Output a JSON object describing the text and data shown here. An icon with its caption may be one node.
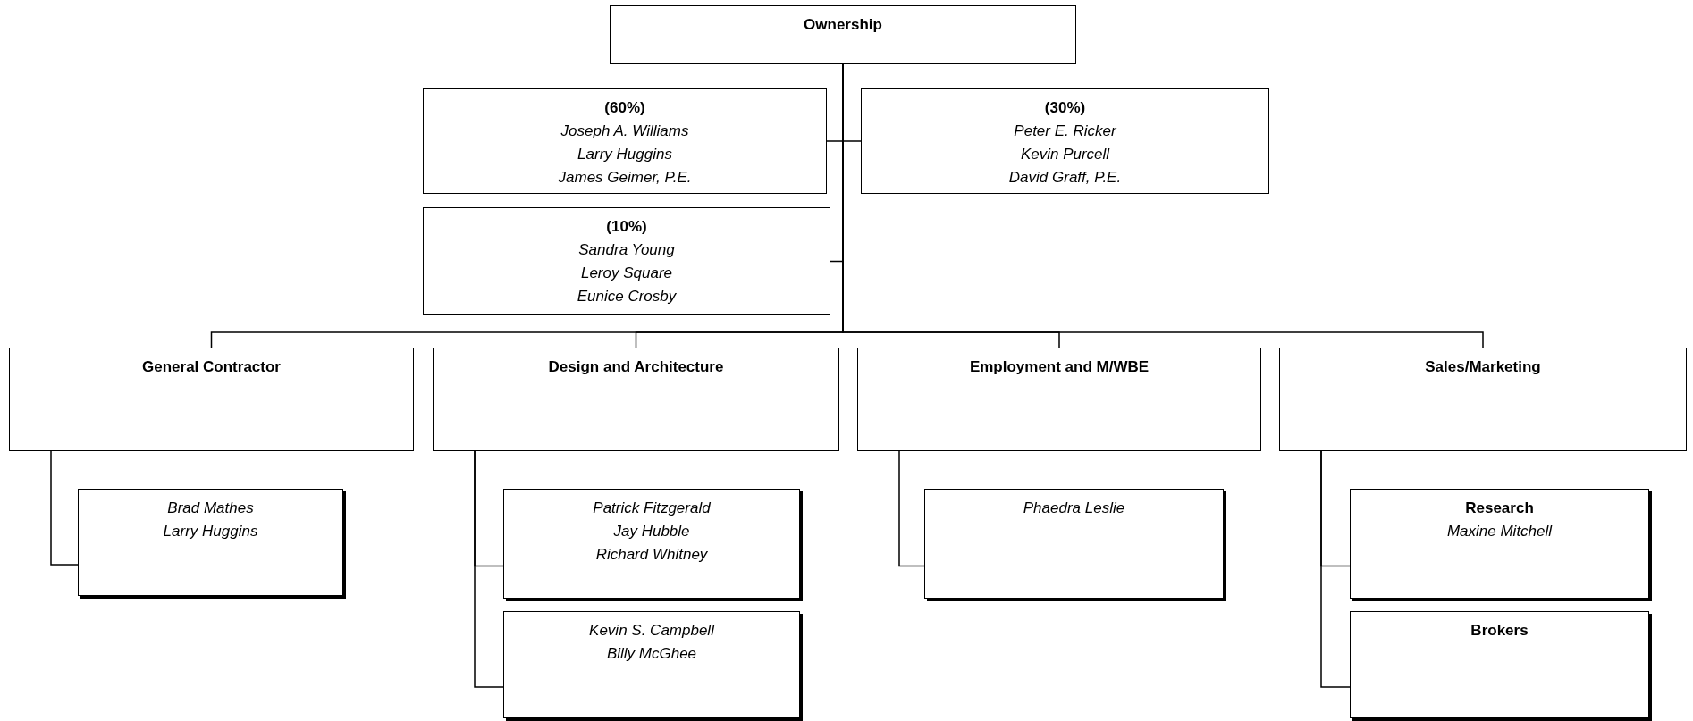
{
  "diagram": {
    "nodes": [
      {
        "text": [
          "Ownership"
        ]
      },
      {
        "text": [
          "(60%)",
          "Joseph A. Williams",
          "Larry Huggins",
          "James Geimer, P.E."
        ]
      },
      {
        "text": [
          "(30%)",
          "Peter E. Ricker",
          "Kevin Purcell",
          "David Graff, P.E."
        ]
      },
      {
        "text": [
          "(10%)",
          "Sandra Young",
          "Leroy Square",
          "Eunice Crosby"
        ]
      },
      {
        "text": [
          "General Contractor"
        ]
      },
      {
        "text": [
          "Design and Architecture"
        ]
      },
      {
        "text": [
          "Employment and M/WBE"
        ]
      },
      {
        "text": [
          "Sales/Marketing"
        ]
      },
      {
        "text": [
          "Brad Mathes",
          "Larry Huggins"
        ]
      },
      {
        "text": [
          "Patrick Fitzgerald",
          "Jay Hubble",
          "Richard Whitney"
        ]
      },
      {
        "text": [
          "Kevin S. Campbell",
          "Billy McGhee"
        ]
      },
      {
        "text": [
          "Phaedra Leslie"
        ]
      },
      {
        "text": [
          "Research",
          "Maxine Mitchell"
        ]
      },
      {
        "text": [
          "Brokers"
        ]
      }
    ],
    "edges": [
      {
        "from": 0,
        "to": 1,
        "arrow": "none"
      },
      {
        "from": 0,
        "to": 2,
        "arrow": "none"
      },
      {
        "from": 0,
        "to": 3,
        "arrow": "none"
      },
      {
        "from": 0,
        "to": 4,
        "arrow": "none"
      },
      {
        "from": 0,
        "to": 5,
        "arrow": "none"
      },
      {
        "from": 0,
        "to": 6,
        "arrow": "none"
      },
      {
        "from": 0,
        "to": 7,
        "arrow": "none"
      },
      {
        "from": 4,
        "to": 8,
        "arrow": "none"
      },
      {
        "from": 5,
        "to": 9,
        "arrow": "none"
      },
      {
        "from": 5,
        "to": 10,
        "arrow": "none"
      },
      {
        "from": 6,
        "to": 11,
        "arrow": "none"
      },
      {
        "from": 7,
        "to": 12,
        "arrow": "none"
      },
      {
        "from": 7,
        "to": 13,
        "arrow": "none"
      }
    ]
  }
}
